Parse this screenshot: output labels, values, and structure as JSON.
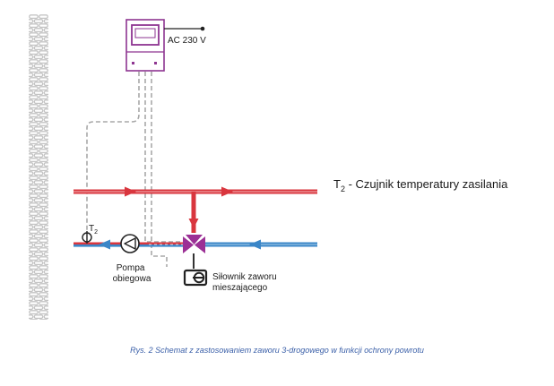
{
  "diagram": {
    "controller_supply": "AC 230 V",
    "sensor_symbol": "T",
    "sensor_subscript": "2",
    "sensor_description": " - Czujnik temperatury zasilania",
    "pump_label_line1": "Pompa",
    "pump_label_line2": "obiegowa",
    "actuator_label_line1": "Siłownik zaworu",
    "actuator_label_line2": "mieszającego",
    "colors": {
      "supply_red": "#d9363e",
      "return_blue": "#3a86c8",
      "controller_purple": "#8e3591",
      "valve_purple": "#9b2f95",
      "wall_gray": "#c8c8c8",
      "dashed_wire": "#a8a8a8"
    }
  },
  "caption": "Rys. 2 Schemat z zastosowaniem zaworu 3-drogowego w funkcji ochrony powrotu"
}
